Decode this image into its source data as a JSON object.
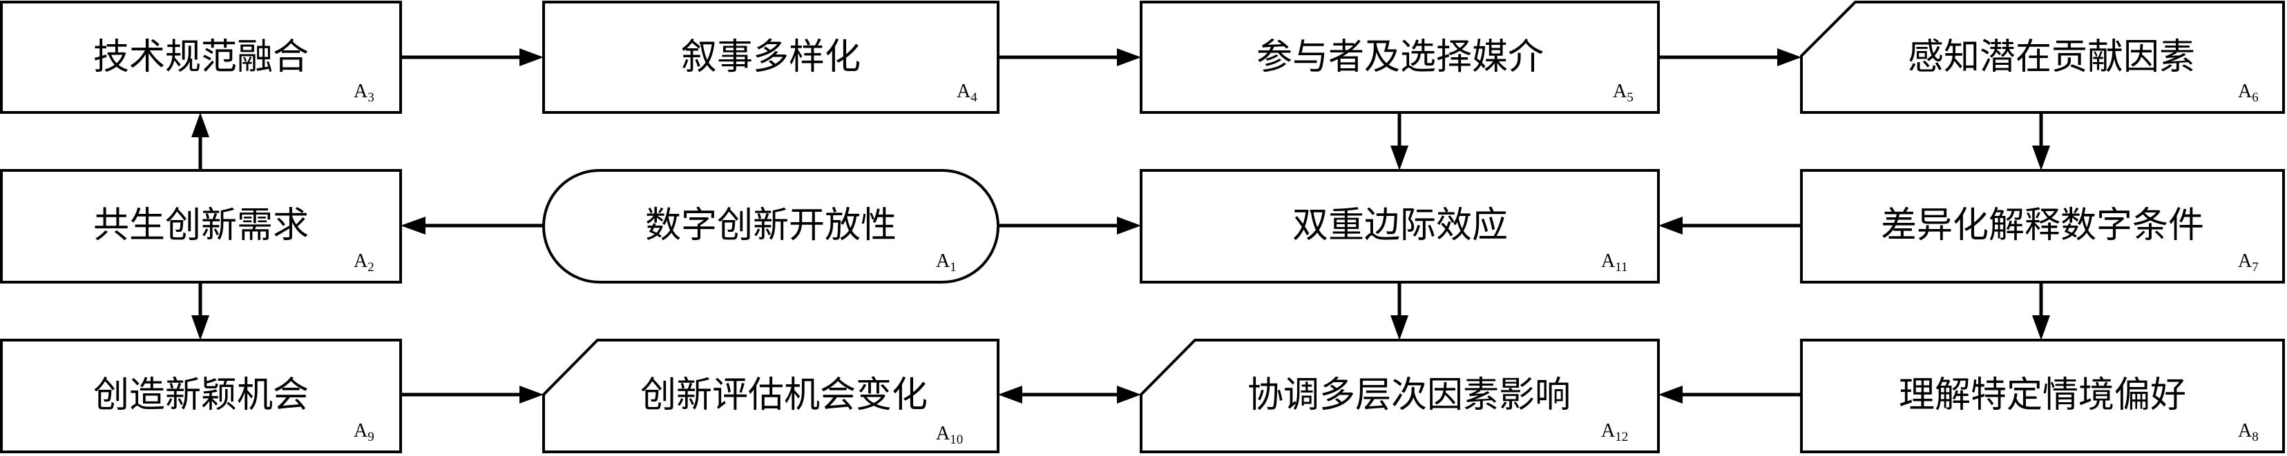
{
  "nodes": {
    "a1": {
      "label": "数字创新开放性",
      "id_letter": "A",
      "id_sub": "1"
    },
    "a2": {
      "label": "共生创新需求",
      "id_letter": "A",
      "id_sub": "2"
    },
    "a3": {
      "label": "技术规范融合",
      "id_letter": "A",
      "id_sub": "3"
    },
    "a4": {
      "label": "叙事多样化",
      "id_letter": "A",
      "id_sub": "4"
    },
    "a5": {
      "label": "参与者及选择媒介",
      "id_letter": "A",
      "id_sub": "5"
    },
    "a6": {
      "label": "感知潜在贡献因素",
      "id_letter": "A",
      "id_sub": "6"
    },
    "a7": {
      "label": "差异化解释数字条件",
      "id_letter": "A",
      "id_sub": "7"
    },
    "a8": {
      "label": "理解特定情境偏好",
      "id_letter": "A",
      "id_sub": "8"
    },
    "a9": {
      "label": "创造新颖机会",
      "id_letter": "A",
      "id_sub": "9"
    },
    "a10": {
      "label": "创新评估机会变化",
      "id_letter": "A",
      "id_sub": "10"
    },
    "a11": {
      "label": "双重边际效应",
      "id_letter": "A",
      "id_sub": "11"
    },
    "a12": {
      "label": "协调多层次因素影响",
      "id_letter": "A",
      "id_sub": "12"
    }
  },
  "edges": [
    {
      "from": "a1",
      "to": "a2"
    },
    {
      "from": "a1",
      "to": "a11"
    },
    {
      "from": "a2",
      "to": "a3"
    },
    {
      "from": "a2",
      "to": "a9"
    },
    {
      "from": "a3",
      "to": "a4"
    },
    {
      "from": "a4",
      "to": "a5"
    },
    {
      "from": "a5",
      "to": "a6"
    },
    {
      "from": "a5",
      "to": "a11"
    },
    {
      "from": "a6",
      "to": "a7"
    },
    {
      "from": "a7",
      "to": "a11"
    },
    {
      "from": "a7",
      "to": "a8"
    },
    {
      "from": "a11",
      "to": "a12"
    },
    {
      "from": "a8",
      "to": "a12"
    },
    {
      "from": "a9",
      "to": "a10"
    },
    {
      "from": "a10",
      "to": "a12",
      "bidirectional": true
    }
  ],
  "colors": {
    "stroke": "#000000",
    "fill": "#ffffff",
    "text": "#000000"
  }
}
